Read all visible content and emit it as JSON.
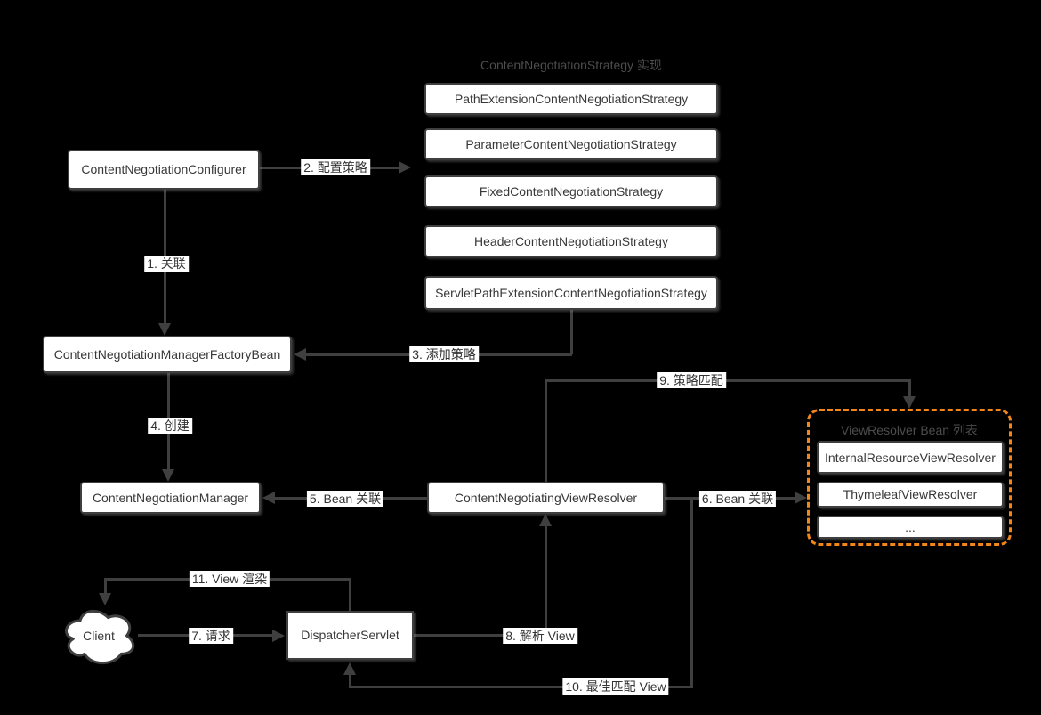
{
  "diagram": {
    "strategy_group_title": "ContentNegotiationStrategy 实现",
    "strategies": [
      "PathExtensionContentNegotiationStrategy",
      "ParameterContentNegotiationStrategy",
      "FixedContentNegotiationStrategy",
      "HeaderContentNegotiationStrategy",
      "ServletPathExtensionContentNegotiationStrategy"
    ],
    "nodes": {
      "configurer": "ContentNegotiationConfigurer",
      "manager_factory_bean": "ContentNegotiationManagerFactoryBean",
      "manager": "ContentNegotiationManager",
      "negotiating_view_resolver": "ContentNegotiatingViewResolver",
      "dispatcher_servlet": "DispatcherServlet",
      "client": "Client"
    },
    "view_resolver_group": {
      "title": "ViewResolver Bean 列表",
      "items": [
        "InternalResourceViewResolver",
        "ThymeleafViewResolver",
        "..."
      ]
    },
    "edges": {
      "e1": "1. 关联",
      "e2": "2. 配置策略",
      "e3": "3. 添加策略",
      "e4": "4. 创建",
      "e5": "5. Bean 关联",
      "e6": "6. Bean 关联",
      "e7": "7. 请求",
      "e8": "8. 解析 View",
      "e9": "9. 策略匹配",
      "e10": "10. 最佳匹配 View",
      "e11": "11. View 渲染"
    },
    "colors": {
      "background": "#000000",
      "line": "#3f3f3f",
      "node_fill": "#ffffff",
      "node_border": "#3f3f3f",
      "node_text": "#383838",
      "group_title_text": "#4d4d4d",
      "accent_orange": "#f1861b",
      "label_bg": "#ffffff",
      "label_text": "#333333"
    }
  }
}
